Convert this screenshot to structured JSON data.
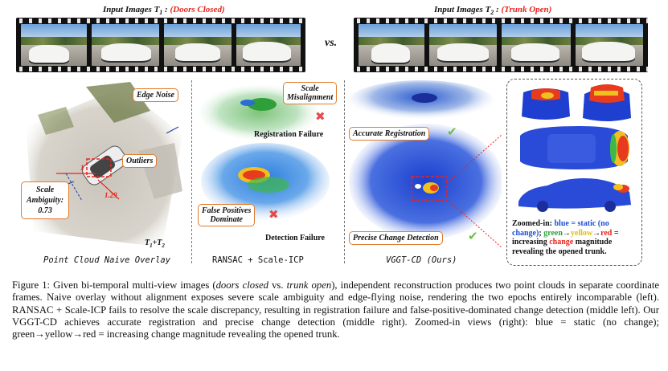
{
  "header": {
    "left_title": "Input Images T",
    "left_subscript": "1",
    "left_colon": " : ",
    "left_condition": "(Doors Closed)",
    "right_title": "Input Images T",
    "right_subscript": "2",
    "right_colon": " : ",
    "right_condition": "(Trunk Open)",
    "vs": "vs."
  },
  "panels": {
    "naive": {
      "edge_noise": "Edge Noise",
      "outliers": "Outliers",
      "scale_ambiguity_line1": "Scale",
      "scale_ambiguity_line2": "Ambiguity:",
      "scale_ambiguity_value": "0.73",
      "measure_1": "1",
      "measure_2": "1.29",
      "epochs": "T",
      "epochs_sub1": "1",
      "epochs_plus": "+T",
      "epochs_sub2": "2",
      "caption": "Point Cloud Naive Overlay"
    },
    "ransac": {
      "scale_misalignment_line1": "Scale",
      "scale_misalignment_line2": "Misalignment",
      "registration_failure": "Registration Failure",
      "false_positives_line1": "False Positives",
      "false_positives_line2": "Dominate",
      "detection_failure": "Detection Failure",
      "caption": "RANSAC + Scale-ICP"
    },
    "vggt": {
      "accurate_registration": "Accurate Registration",
      "precise_change": "Precise Change Detection",
      "caption": "VGGT-CD (Ours)"
    },
    "zoom": {
      "legend_prefix": "Zoomed-in: ",
      "legend_blue": "blue = static (no change)",
      "legend_sep": "; ",
      "legend_green": "green",
      "legend_arrow1": "→",
      "legend_yellow": "yellow",
      "legend_arrow2": "→",
      "legend_red": "red",
      "legend_mid": " = increasing ",
      "legend_change": "change",
      "legend_end": " magnitude revealing the opened trunk."
    }
  },
  "caption": {
    "t1": "Figure 1: Given bi-temporal multi-view images (",
    "t2": "doors closed",
    "t3": " vs. ",
    "t4": "trunk open",
    "t5": "), independent reconstruction produces two point clouds in separate coordinate frames. Naive overlay without alignment exposes severe scale ambiguity and edge-flying noise, rendering the two epochs entirely incomparable (left). RANSAC + Scale-ICP fails to resolve the scale discrepancy, resulting in registration failure and false-positive-dominated change detection (middle left). Our VGGT-CD achieves accurate registration and precise change detection (middle right). Zoomed-in views (right): blue = static (no change); green→yellow→red = increasing change magnitude revealing the opened trunk."
  },
  "colors": {
    "highlight_red": "#e8231c",
    "callout_orange": "#e07a2a",
    "check_green": "#6bbf45",
    "cross_red": "#e84a4a",
    "static_blue": "#1a4fd8"
  },
  "icons": {
    "fail": "cross-icon",
    "success": "check-icon"
  }
}
